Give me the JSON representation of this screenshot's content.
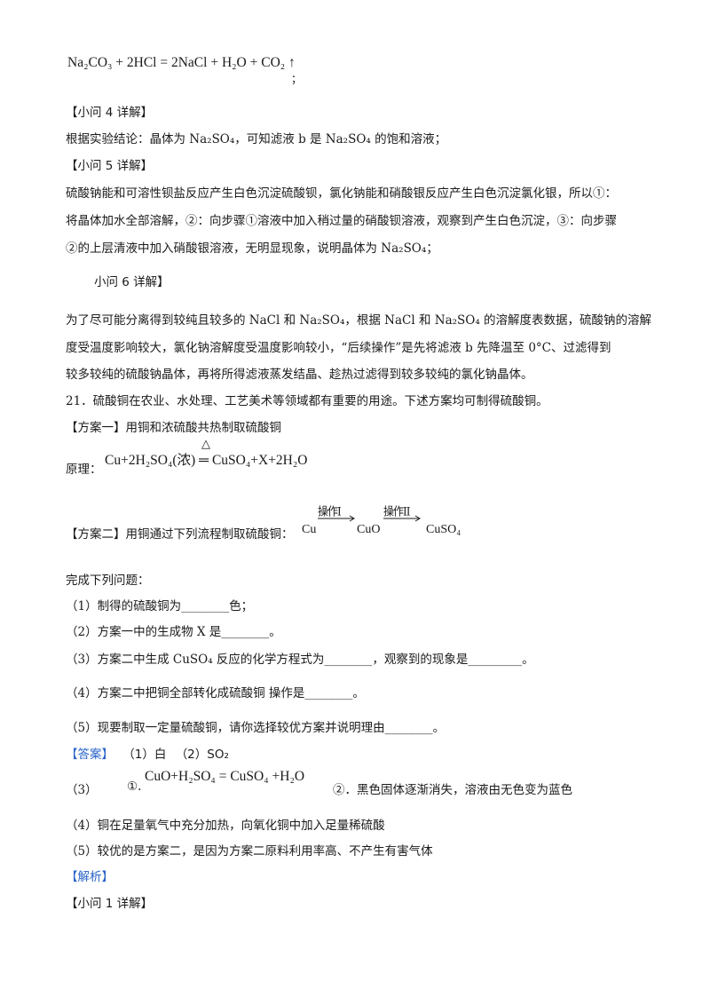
{
  "eq1": {
    "text": "Na₂CO₃ + 2HCl = 2NaCl + H₂O + CO₂ ↑",
    "end": "；"
  },
  "q4": {
    "header": "【小问 4 详解】",
    "text": "根据实验结论：晶体为 Na₂SO₄，可知滤液 b 是 Na₂SO₄ 的饱和溶液；"
  },
  "q5": {
    "header": "【小问 5 详解】",
    "lines": [
      "硫酸钠能和可溶性钡盐反应产生白色沉淀硫酸钡，氯化钠能和硝酸银反应产生白色沉淀氯化银，所以①：",
      "将晶体加水全部溶解，②：向步骤①溶液中加入稍过量的硝酸钡溶液，观察到产生白色沉淀，③：向步骤",
      "②的上层清液中加入硝酸银溶液，无明显现象，说明晶体为 Na₂SO₄；"
    ]
  },
  "q6": {
    "header": "小问 6 详解】",
    "lines": [
      "为了尽可能分离得到较纯且较多的 NaCl 和 Na₂SO₄，根据 NaCl 和 Na₂SO₄ 的溶解度表数据，硫酸钠的溶解",
      "度受温度影响较大，氯化钠溶解度受温度影响较小，“后续操作”是先将滤液 b 先降温至 0°C、过滤得到",
      "较多较纯的硫酸钠晶体，再将所得滤液蒸发结晶、趁热过滤得到较多较纯的氯化钠晶体。"
    ]
  },
  "q21": {
    "stem": "21．硫酸铜在农业、水处理、工艺美术等领域都有重要的用途。下述方案均可制得硫酸铜。",
    "plan1": "【方案一】用铜和浓硫酸共热制取硫酸铜",
    "principle_label": "原理：",
    "principle_eq": "Cu+2H₂SO₄(浓) ═ CuSO₄+X+2H₂O",
    "heat_symbol": "△",
    "plan2": "【方案二】用铜通过下列流程制取硫酸铜：",
    "flow": {
      "op1": "操作I",
      "op2": "操作II",
      "items": [
        "Cu",
        "CuO",
        "CuSO₄"
      ]
    },
    "intro": "完成下列问题：",
    "questions": [
      "（1）制得的硫酸铜为________色；",
      "（2）方案一中的生成物 X 是________。",
      "（3）方案二中生成 CuSO₄ 反应的化学方程式为________，观察到的现象是_________。",
      "（4）方案二中把铜全部转化成硫酸铜        操作是________。",
      "（5）现要制取一定量硫酸铜，请你选择较优方案并说明理由________。"
    ]
  },
  "answer": {
    "tag": "【答案】",
    "a1": "（1）白",
    "a2": "（2）SO₂",
    "a3_prefix": "（3）",
    "a3_num1": "①.",
    "a3_eq": "CuO+H₂SO₄ = CuSO₄ +H₂O",
    "a3_part2": "②．黑色固体逐渐消失，溶液由无色变为蓝色",
    "a4": "（4）铜在足量氧气中充分加热，向氧化铜中加入足量稀硫酸",
    "a5": "（5）较优的是方案二，是因为方案二原料利用率高、不产生有害气体"
  },
  "analysis": {
    "tag": "【解析】",
    "q1_header": "【小问 1 详解】"
  }
}
